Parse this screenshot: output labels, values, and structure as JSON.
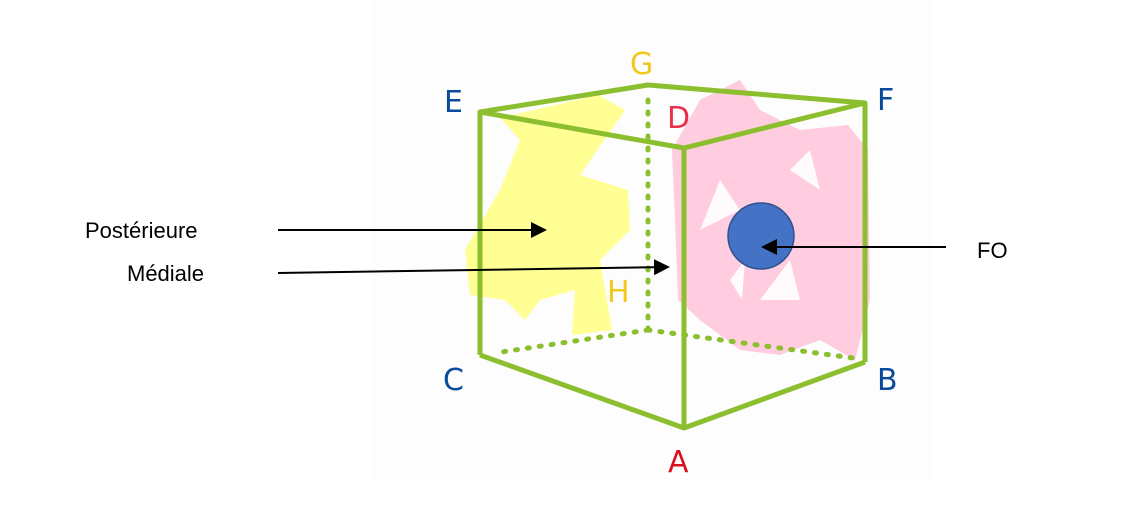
{
  "labels": {
    "posterior": "Postérieure",
    "medial": "Médiale",
    "fo": "FO"
  },
  "vertices": {
    "A": "A",
    "B": "B",
    "C": "C",
    "D": "D",
    "E": "E",
    "F": "F",
    "G": "G",
    "H": "H"
  },
  "colors": {
    "edge": "#8cbf2f",
    "posterior_face": "#ffff80",
    "lateral_face": "#ffc6dd",
    "fo_dot": "#4472c4",
    "vertex_blue": "#0a4a9c",
    "vertex_red": "#d9101e",
    "vertex_yellow": "#f2c81a"
  }
}
